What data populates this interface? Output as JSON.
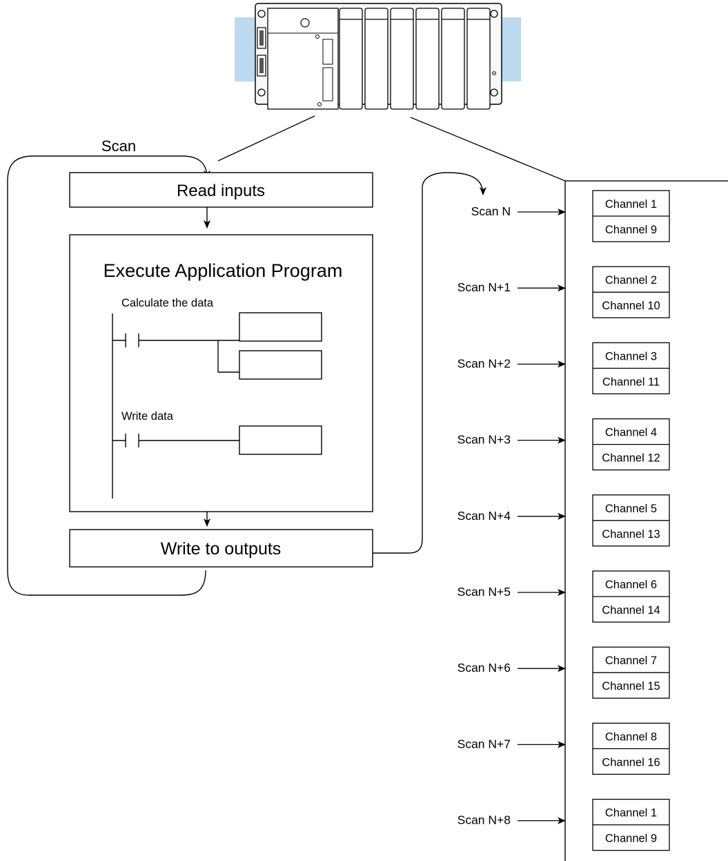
{
  "scan_loop": {
    "scan_label": "Scan",
    "read_inputs": "Read inputs",
    "execute_title": "Execute Application Program",
    "calc_label": "Calculate the data",
    "write_data_label": "Write data",
    "write_outputs": "Write to outputs"
  },
  "channel_panel": {
    "rows": [
      {
        "scan": "Scan N",
        "top": "Channel 1",
        "bottom": "Channel 9"
      },
      {
        "scan": "Scan N+1",
        "top": "Channel 2",
        "bottom": "Channel 10"
      },
      {
        "scan": "Scan N+2",
        "top": "Channel 3",
        "bottom": "Channel 11"
      },
      {
        "scan": "Scan N+3",
        "top": "Channel 4",
        "bottom": "Channel 12"
      },
      {
        "scan": "Scan N+4",
        "top": "Channel 5",
        "bottom": "Channel 13"
      },
      {
        "scan": "Scan N+5",
        "top": "Channel 6",
        "bottom": "Channel 14"
      },
      {
        "scan": "Scan N+6",
        "top": "Channel 7",
        "bottom": "Channel 15"
      },
      {
        "scan": "Scan N+7",
        "top": "Channel 8",
        "bottom": "Channel 16"
      },
      {
        "scan": "Scan N+8",
        "top": "Channel 1",
        "bottom": "Channel 9"
      }
    ]
  },
  "colors": {
    "line": "#000000",
    "rack_bracket": "#bcd9f0",
    "rack_fill": "#f7f7f7"
  }
}
